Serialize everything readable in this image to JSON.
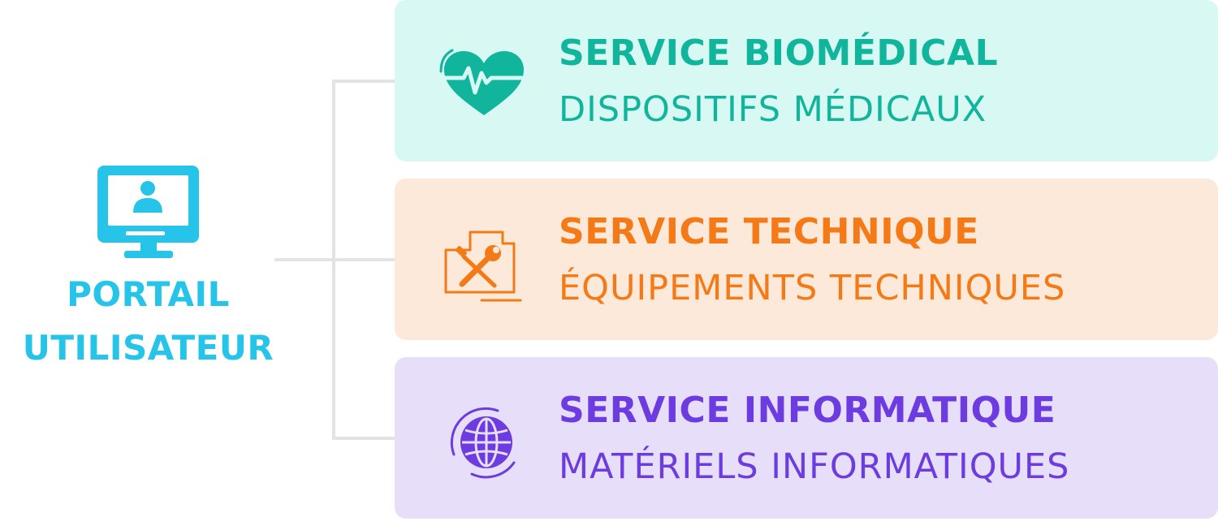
{
  "portal": {
    "line1": "PORTAIL",
    "line2": "UTILISATEUR",
    "icon": "monitor-user-icon",
    "color": "#27c4e9"
  },
  "services": [
    {
      "title": "SERVICE BIOMÉDICAL",
      "subtitle": "DISPOSITIFS MÉDICAUX",
      "icon": "heart-pulse-icon",
      "color": "#10b59b",
      "background": "#d8f8f3"
    },
    {
      "title": "SERVICE TECHNIQUE",
      "subtitle": "ÉQUIPEMENTS TECHNIQUES",
      "icon": "wrench-screwdriver-icon",
      "color": "#f47a17",
      "background": "#fde9da"
    },
    {
      "title": "SERVICE INFORMATIQUE",
      "subtitle": "MATÉRIELS INFORMATIQUES",
      "icon": "globe-icon",
      "color": "#6d3ce0",
      "background": "#e7def9"
    }
  ]
}
